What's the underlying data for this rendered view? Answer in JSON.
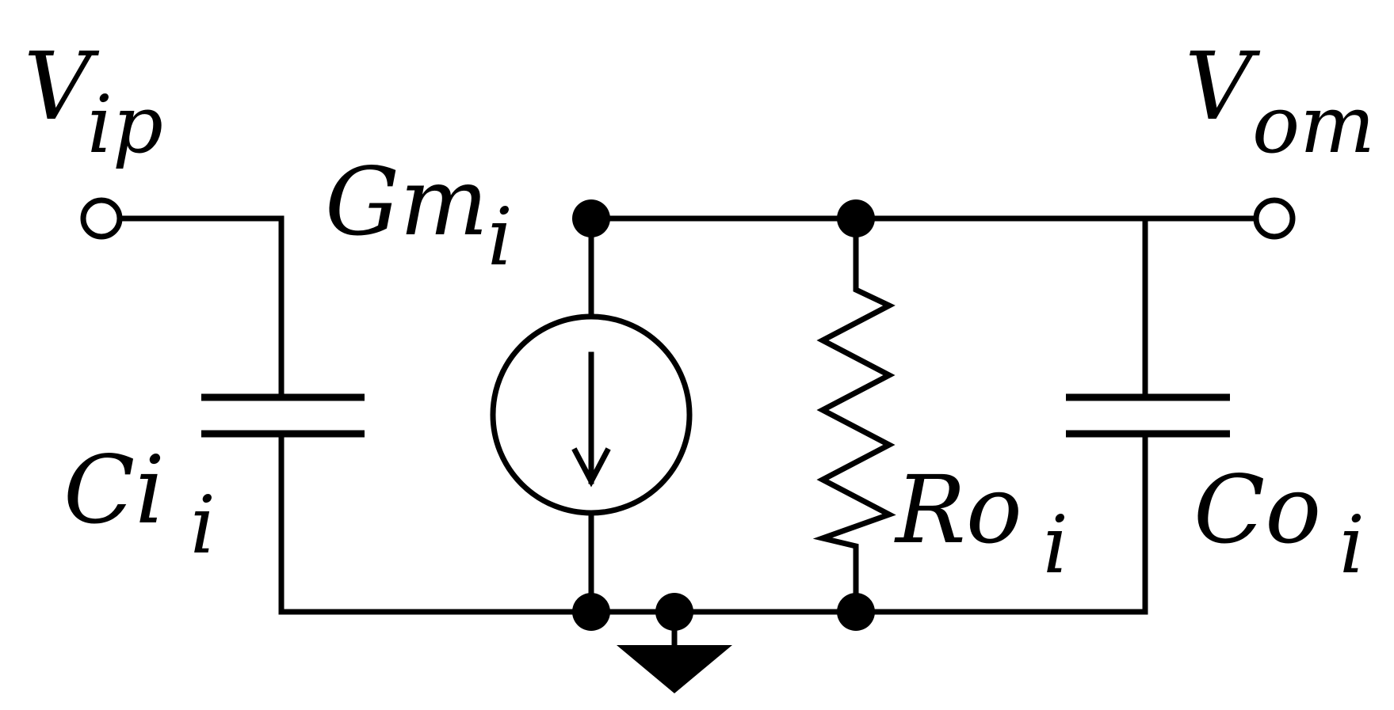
{
  "labels": {
    "vip_main": "V",
    "vip_sub": "ip",
    "vom_main": "V",
    "vom_sub": "om",
    "gm_main": "Gm",
    "gm_sub": "i",
    "ci_main": "Ci",
    "ci_sub": "i",
    "ro_main": "Ro",
    "ro_sub": "i",
    "co_main": "Co",
    "co_sub": "i"
  },
  "colors": {
    "line": "#000000",
    "background": "#ffffff"
  }
}
